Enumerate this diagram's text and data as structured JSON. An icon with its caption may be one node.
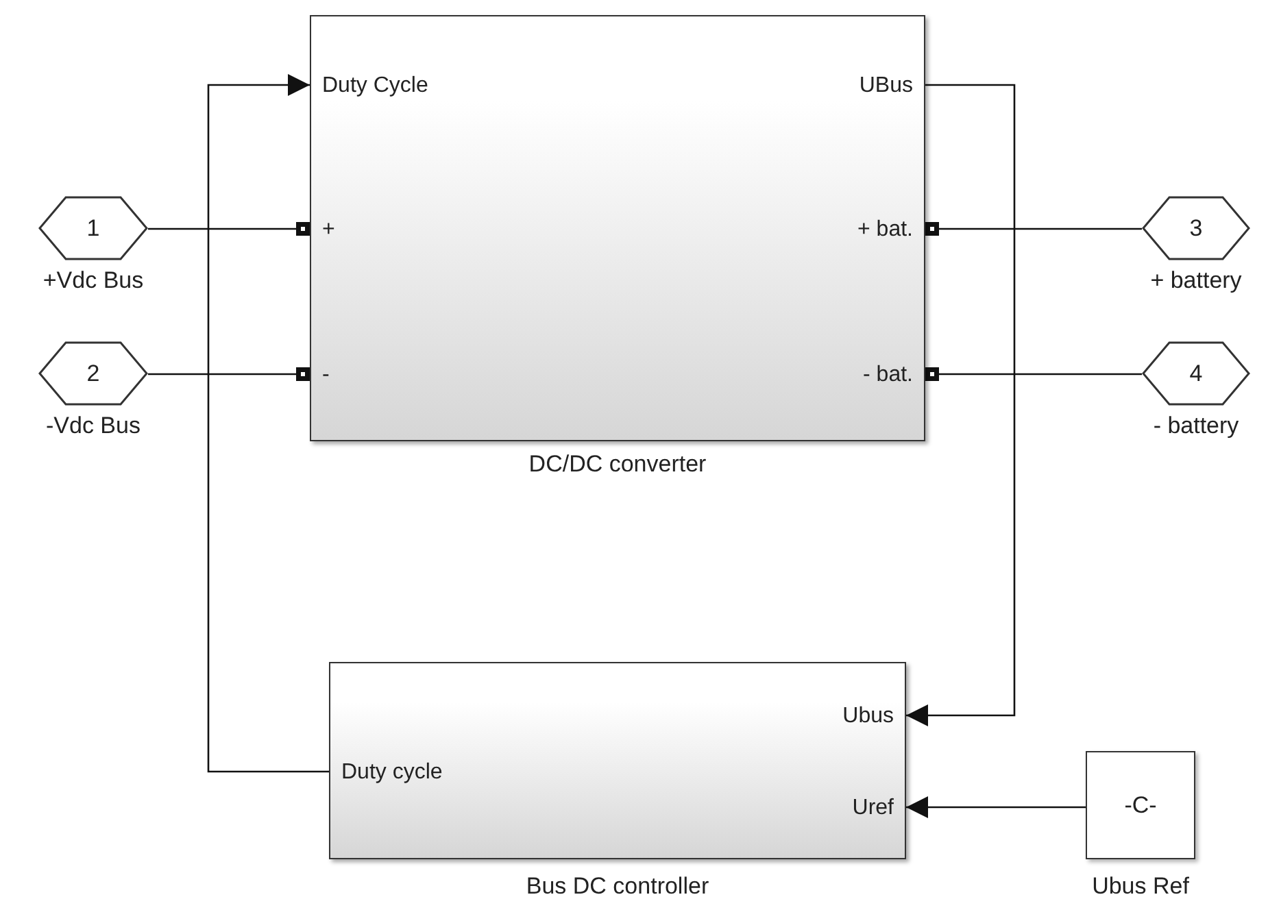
{
  "diagram": {
    "nodes": [
      {
        "text": [
          "1"
        ],
        "beside": [
          "+Vdc Bus"
        ]
      },
      {
        "text": [
          "2"
        ],
        "beside": [
          "-Vdc Bus"
        ]
      },
      {
        "text": [
          "Duty Cycle",
          "+",
          "-",
          "UBus",
          "+ bat.",
          "- bat."
        ],
        "beside": [
          "DC/DC converter"
        ]
      },
      {
        "text": [
          "3"
        ],
        "beside": [
          "+ battery"
        ]
      },
      {
        "text": [
          "4"
        ],
        "beside": [
          "- battery"
        ]
      },
      {
        "text": [
          "Ubus",
          "Duty cycle",
          "Uref"
        ],
        "beside": [
          "Bus DC controller"
        ]
      },
      {
        "text": [
          "-C-"
        ],
        "beside": [
          "Ubus Ref"
        ]
      }
    ],
    "edges": [
      {
        "from": 0,
        "to": 2,
        "arrow": "other"
      },
      {
        "from": 1,
        "to": 2,
        "arrow": "other"
      },
      {
        "from": 2,
        "to": 3,
        "arrow": "other"
      },
      {
        "from": 2,
        "to": 4,
        "arrow": "other"
      },
      {
        "from": 2,
        "to": 5,
        "arrow": "to"
      },
      {
        "from": 5,
        "to": 2,
        "arrow": "to"
      },
      {
        "from": 6,
        "to": 5,
        "arrow": "to"
      }
    ]
  }
}
